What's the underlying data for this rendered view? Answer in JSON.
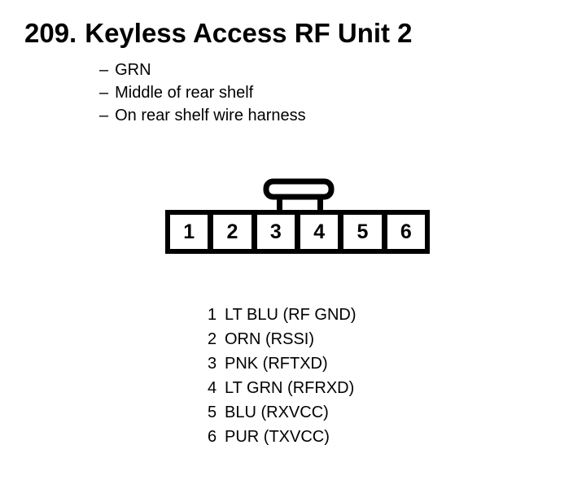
{
  "colors": {
    "ink": "#000000",
    "background": "#ffffff"
  },
  "header": {
    "number": "209.",
    "title": "Keyless Access RF Unit 2"
  },
  "notes": {
    "marker": "–",
    "items": [
      "GRN",
      "Middle of rear shelf",
      "On rear shelf wire harness"
    ]
  },
  "connector": {
    "cells": [
      "1",
      "2",
      "3",
      "4",
      "5",
      "6"
    ]
  },
  "pinout": [
    {
      "num": "1",
      "label": "LT BLU (RF GND)"
    },
    {
      "num": "2",
      "label": "ORN (RSSI)"
    },
    {
      "num": "3",
      "label": "PNK (RFTXD)"
    },
    {
      "num": "4",
      "label": "LT GRN (RFRXD)"
    },
    {
      "num": "5",
      "label": "BLU (RXVCC)"
    },
    {
      "num": "6",
      "label": "PUR (TXVCC)"
    }
  ]
}
